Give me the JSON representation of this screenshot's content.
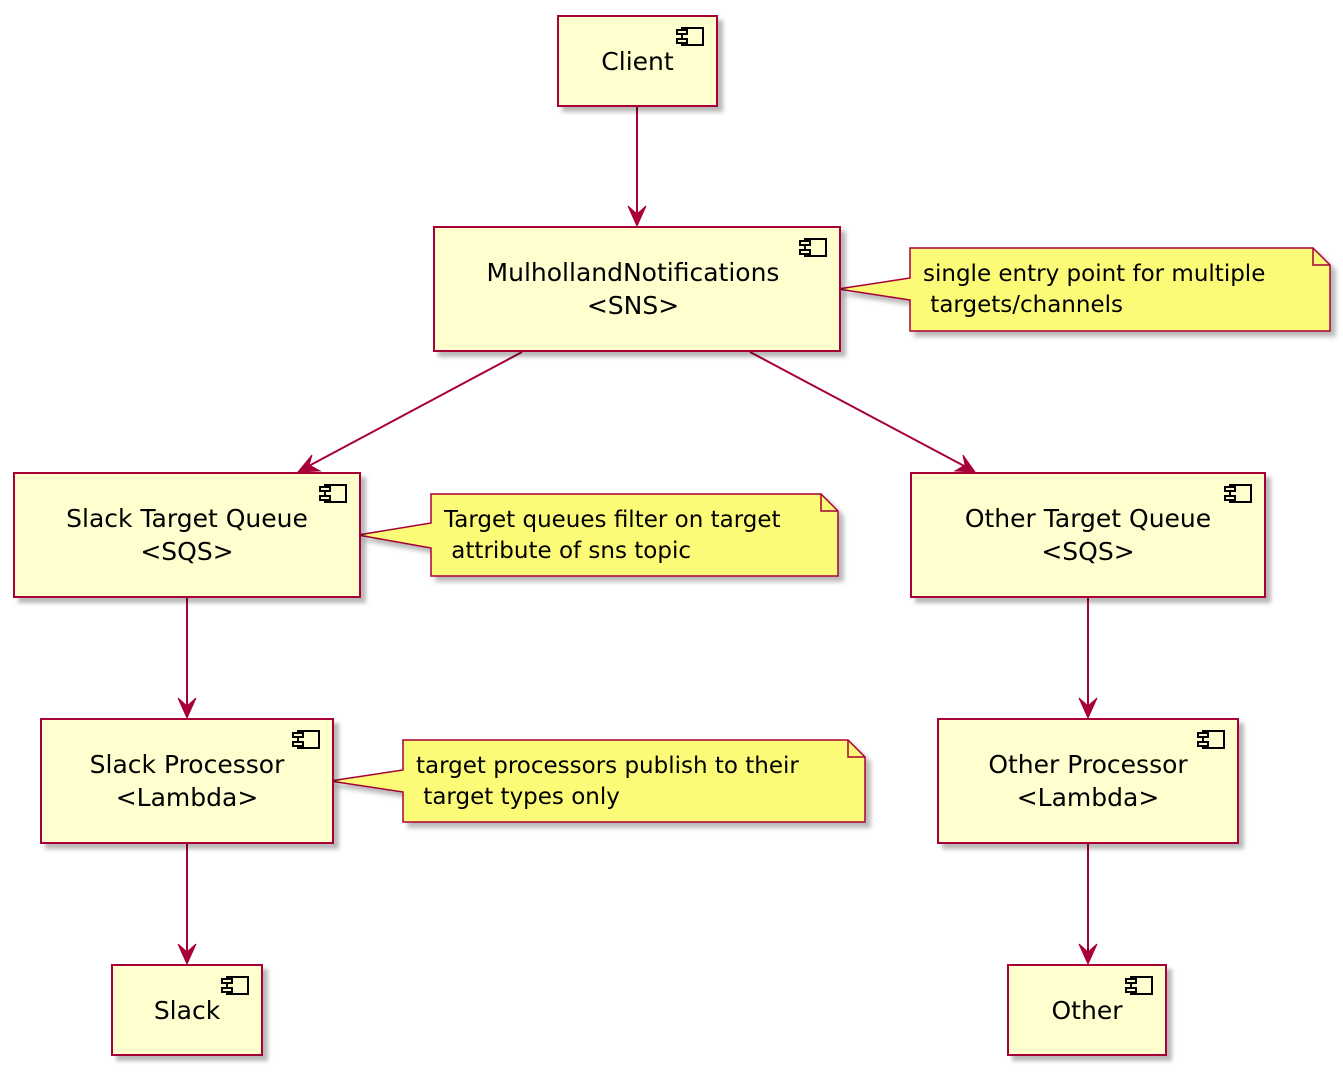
{
  "components": {
    "client": {
      "label": "Client",
      "stereotype": ""
    },
    "sns": {
      "label": "MulhollandNotifications",
      "stereotype": "<SNS>"
    },
    "slack_queue": {
      "label": "Slack Target Queue",
      "stereotype": "<SQS>"
    },
    "other_queue": {
      "label": "Other Target Queue",
      "stereotype": "<SQS>"
    },
    "slack_processor": {
      "label": "Slack Processor",
      "stereotype": "<Lambda>"
    },
    "other_processor": {
      "label": "Other Processor",
      "stereotype": "<Lambda>"
    },
    "slack": {
      "label": "Slack",
      "stereotype": ""
    },
    "other": {
      "label": "Other",
      "stereotype": ""
    }
  },
  "notes": {
    "sns_note": "single entry point for multiple\n targets/channels",
    "queue_note": "Target queues filter on target\n attribute of sns topic",
    "processor_note": "target processors publish to their\n target types only"
  },
  "colors": {
    "component_fill": "#fefece",
    "component_border": "#a80036",
    "note_fill": "#fbfb77",
    "note_border": "#a80036",
    "arrow": "#a80036"
  }
}
